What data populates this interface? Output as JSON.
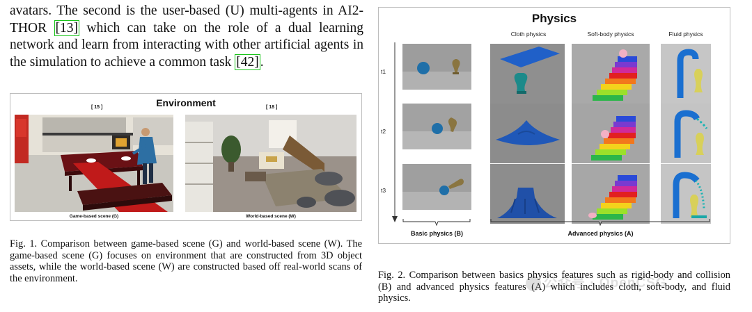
{
  "body_text": {
    "before_cite1": "avatars. The second is the user-based (U) multi-agents in AI2-THOR ",
    "cite1": "[13]",
    "between": " which can take on the role of a dual learning network and learn from interacting with other artificial agents in the simulation to achieve a common task ",
    "cite2": "[42]",
    "after": "."
  },
  "fig1": {
    "title": "Environment",
    "left_ref": "[ 15 ]",
    "right_ref": "[ 18 ]",
    "left_label": "Game-based scene (G)",
    "right_label": "World-based scene (W)",
    "caption": "Fig. 1.  Comparison between game-based scene (G) and world-based scene (W). The game-based scene (G) focuses on environment that are constructed from 3D object assets, while the world-based scene (W) are constructed based off real-world scans of the environment."
  },
  "fig2": {
    "title": "Physics",
    "columns": [
      "Cloth physics",
      "Soft-body physics",
      "Fluid physics"
    ],
    "times": [
      "t1",
      "t2",
      "t3"
    ],
    "basic_label": "Basic physics (B)",
    "advanced_label": "Advanced physics (A)",
    "caption": "Fig. 2.  Comparison between basics physics features such as rigid-body and collision (B) and advanced physics features (A) which includes cloth, soft-body, and fluid physics."
  },
  "watermark": "公众号 · OpenCSG",
  "colors": {
    "cite_box": "#19c419",
    "ball_blue": "#1f6fa8",
    "cloth_blue": "#2060c8",
    "fluid_blue": "#1a6fd0"
  }
}
